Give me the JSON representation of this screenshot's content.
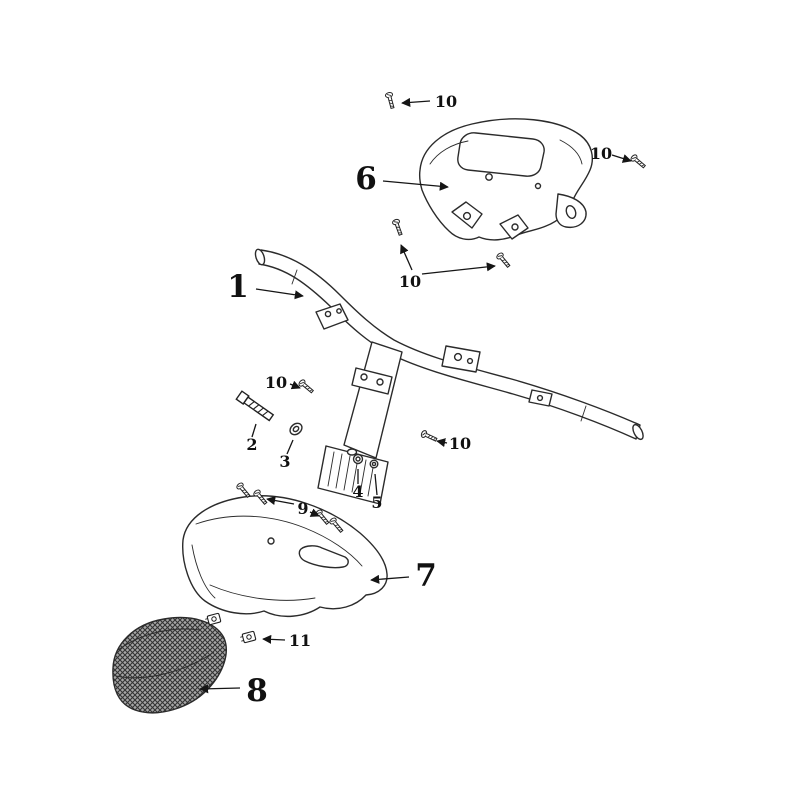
{
  "labels": {
    "part1": "1",
    "part2": "2",
    "part3": "3",
    "part4": "4",
    "part5": "5",
    "part6": "6",
    "part7": "7",
    "part8": "8",
    "part9": "9",
    "part10": "10",
    "part11": "11"
  },
  "colors": {
    "background": "#ffffff",
    "line": "#2b2b2b",
    "leader": "#151515",
    "hatch_fill": "#a6a6a6",
    "hatch_line": "#333333"
  }
}
